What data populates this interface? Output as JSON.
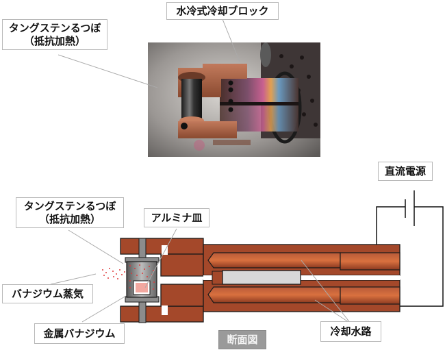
{
  "photo": {
    "labels": {
      "crucible": {
        "line1": "タングステンるつぼ",
        "line2": "（抵抗加熱）"
      },
      "cooling_block": "水冷式冷却ブロック"
    }
  },
  "cross_section": {
    "title": "断面図",
    "labels": {
      "crucible": {
        "line1": "タングステンるつぼ",
        "line2": "（抵抗加熱）"
      },
      "alumina_dish": "アルミナ皿",
      "vanadium_vapor": "バナジウム蒸気",
      "metal_vanadium": "金属バナジウム",
      "dc_power": "直流電源",
      "cooling_channel": "冷却水路"
    }
  },
  "colors": {
    "copper": "#a4482a",
    "copper_dark": "#7a3218",
    "tungsten_gray": "#8c8c8c",
    "vapor_red": "#e0393a",
    "alumina": "#d8d8d8"
  }
}
